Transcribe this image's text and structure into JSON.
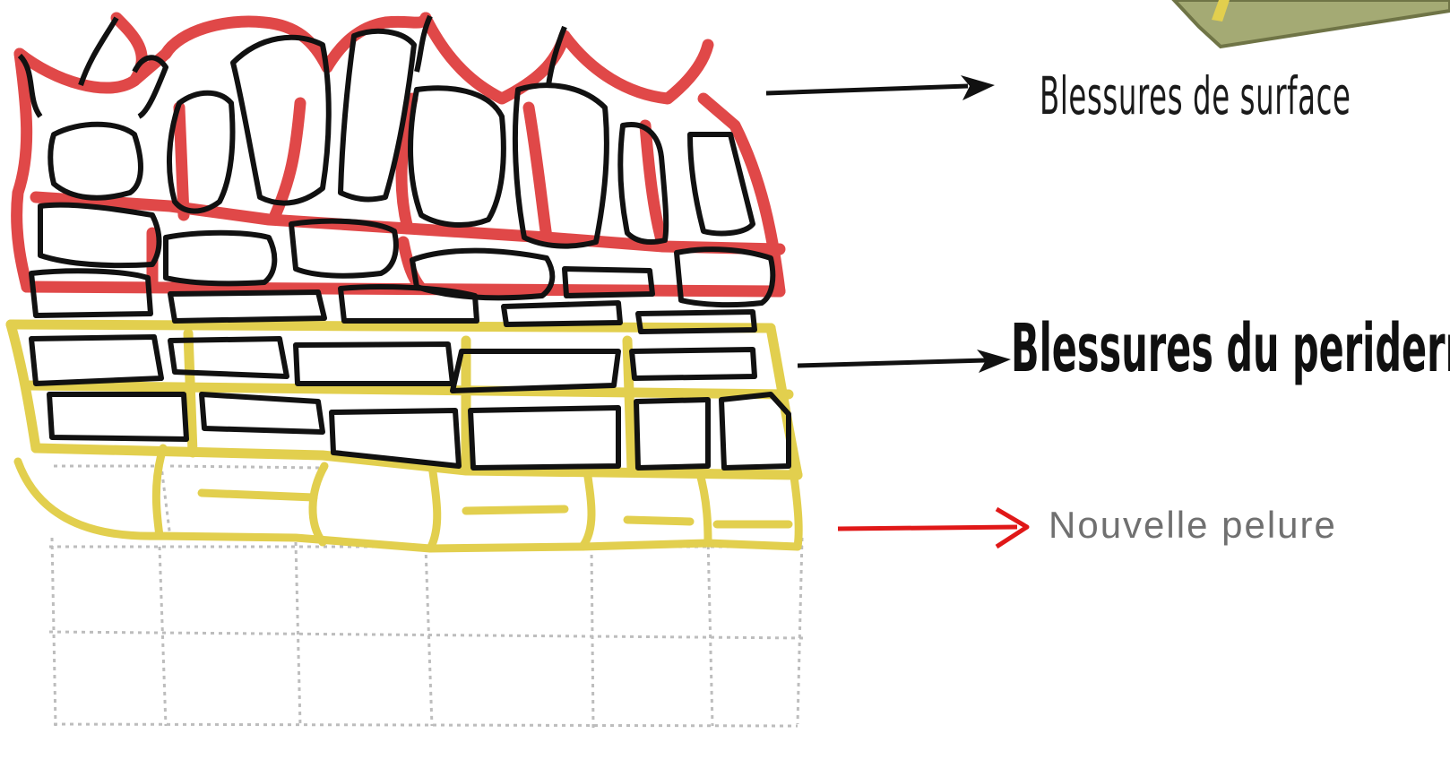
{
  "labels": {
    "surface": "Blessures de surface",
    "periderme": "Blessures du periderme",
    "pelure": "Nouvelle pelure"
  },
  "colors": {
    "surface_layer": "#e04848",
    "periderme_layer": "#e2cf4e",
    "cell_outline": "#111111",
    "inner_cells": "#b8b8b8",
    "arrow_black": "#111111",
    "arrow_red": "#e01818",
    "corner_shape_fill": "#a4aa74",
    "corner_shape_edge": "#6f7446"
  }
}
